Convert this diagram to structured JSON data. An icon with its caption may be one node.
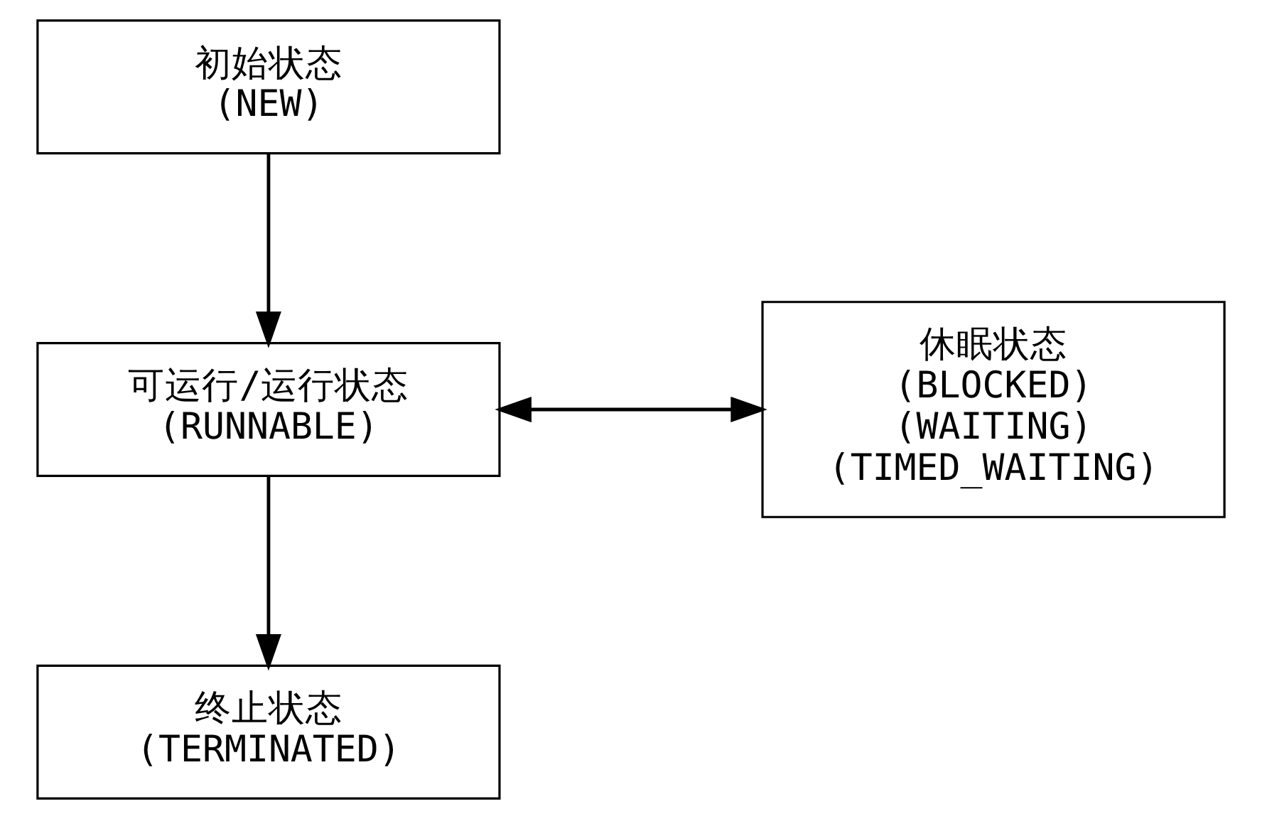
{
  "diagram": {
    "nodes": [
      {
        "text": [
          "初始状态",
          "(NEW)"
        ]
      },
      {
        "text": [
          "可运行/运行状态",
          "(RUNNABLE)"
        ]
      },
      {
        "text": [
          "休眠状态",
          "(BLOCKED)",
          "(WAITING)",
          "(TIMED_WAITING)"
        ]
      },
      {
        "text": [
          "终止状态",
          "(TERMINATED)"
        ]
      }
    ],
    "edges": [
      {
        "from": 0,
        "to": 1,
        "arrow": "to"
      },
      {
        "from": 1,
        "to": 2,
        "arrow": "both"
      },
      {
        "from": 1,
        "to": 3,
        "arrow": "to"
      }
    ]
  }
}
